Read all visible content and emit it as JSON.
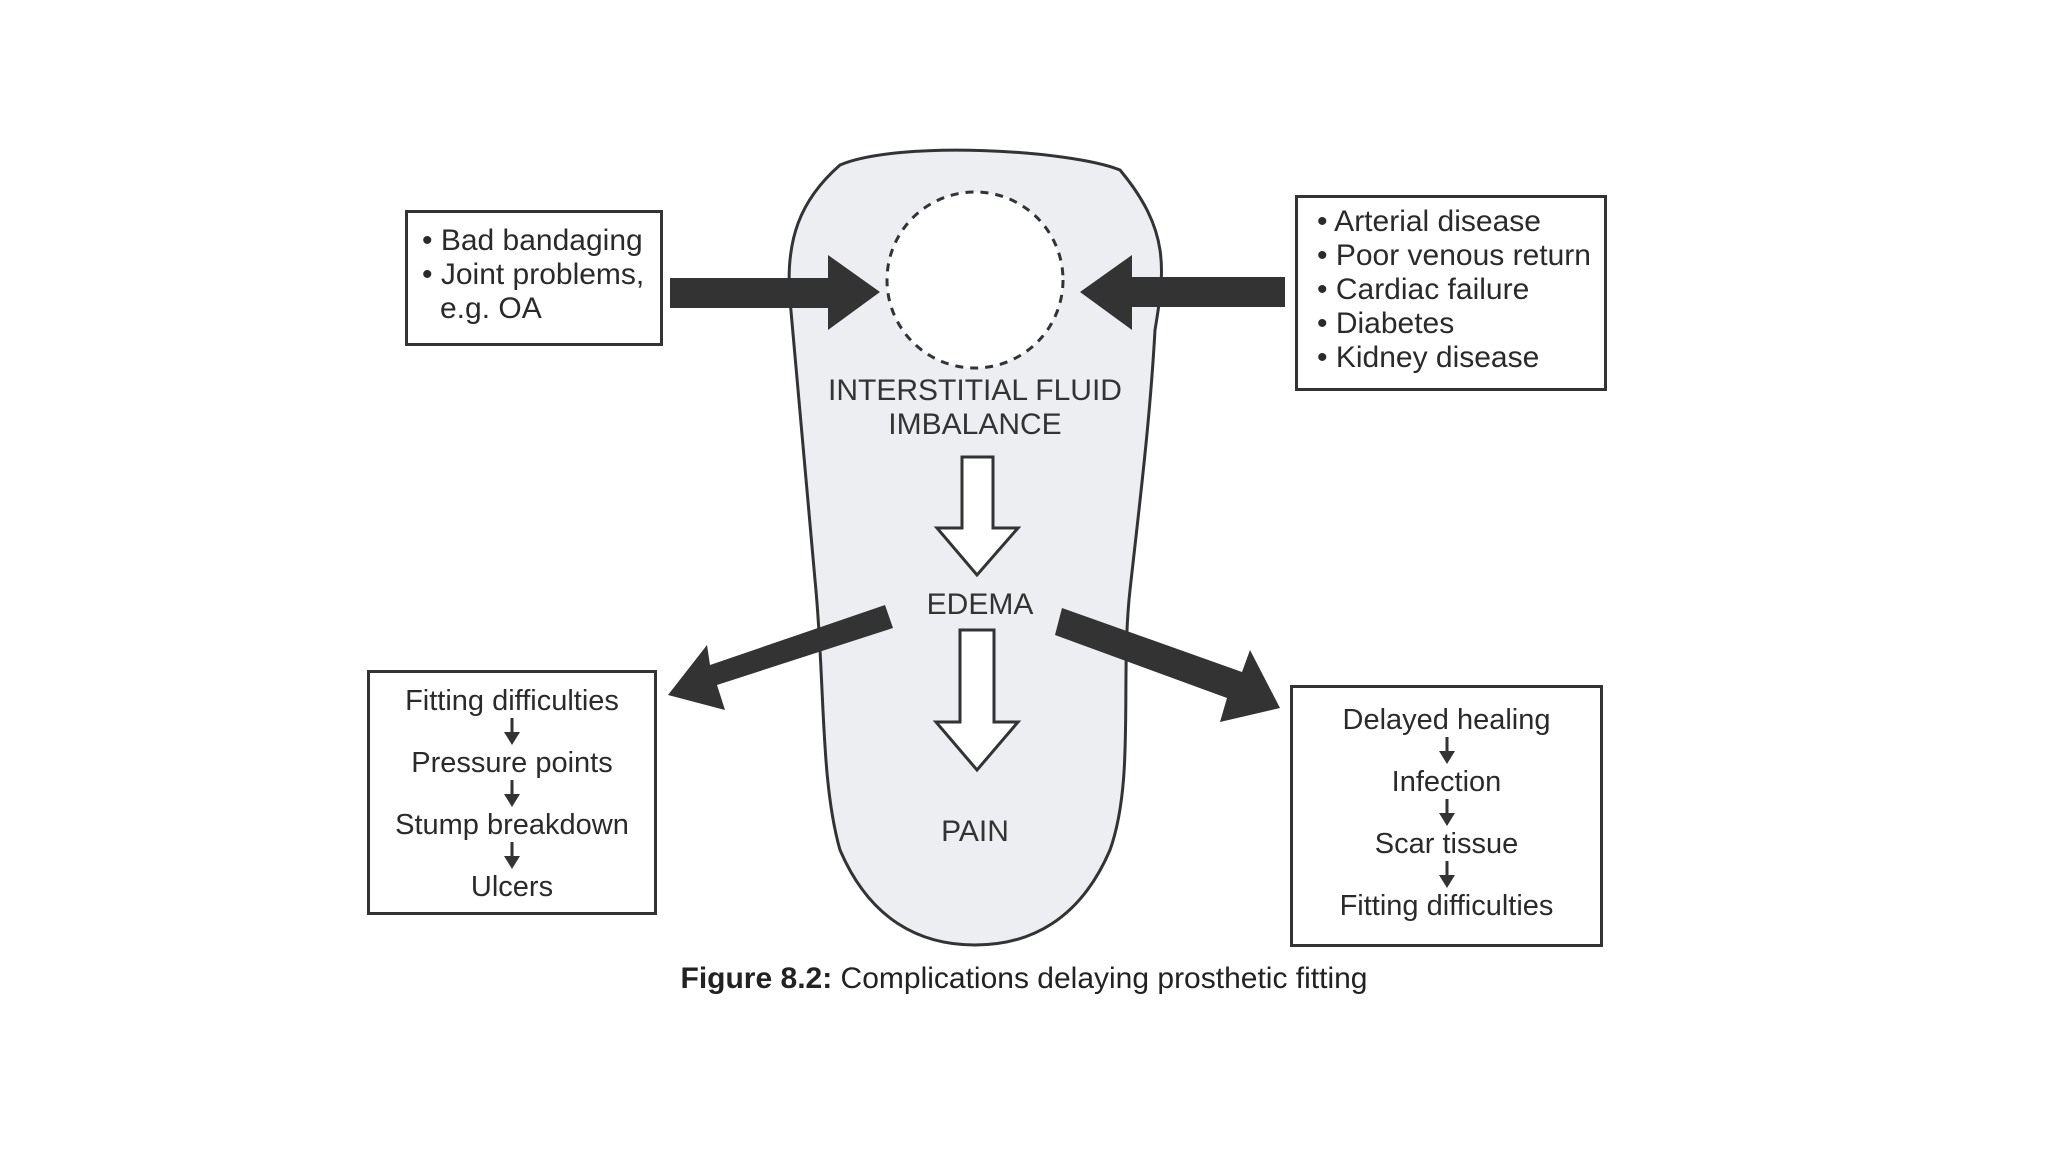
{
  "left_top_box": {
    "items": [
      "• Bad bandaging",
      "• Joint problems,",
      "e.g. OA"
    ]
  },
  "right_top_box": {
    "items": [
      "• Arterial disease",
      "• Poor venous return",
      "• Cardiac failure",
      "• Diabetes",
      "• Kidney disease"
    ]
  },
  "center": {
    "fluid_line1": "INTERSTITIAL FLUID",
    "fluid_line2": "IMBALANCE",
    "edema": "EDEMA",
    "pain": "PAIN"
  },
  "left_bottom_box": {
    "steps": [
      "Fitting difficulties",
      "Pressure points",
      "Stump breakdown",
      "Ulcers"
    ]
  },
  "right_bottom_box": {
    "steps": [
      "Delayed healing",
      "Infection",
      "Scar tissue",
      "Fitting difficulties"
    ]
  },
  "caption": {
    "label": "Figure 8.2:",
    "text": "Complications delaying prosthetic fitting"
  },
  "colors": {
    "stump_fill": "#eceef1",
    "arrow_fill": "#333333",
    "border": "#333333"
  }
}
